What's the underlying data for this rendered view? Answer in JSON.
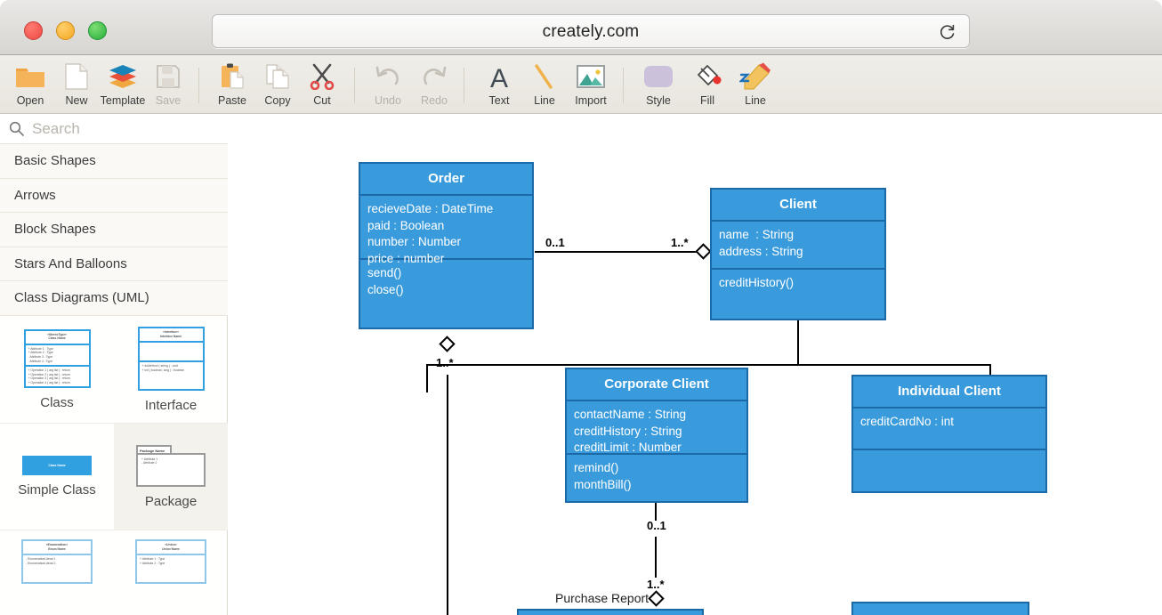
{
  "browser": {
    "url": "creately.com",
    "reload_icon": "reload-icon",
    "traffic_lights": [
      "close",
      "minimize",
      "zoom"
    ]
  },
  "toolbar": {
    "items": [
      {
        "label": "Open",
        "icon": "folder-icon",
        "disabled": false
      },
      {
        "label": "New",
        "icon": "page-icon",
        "disabled": false
      },
      {
        "label": "Template",
        "icon": "layers-icon",
        "disabled": false
      },
      {
        "label": "Save",
        "icon": "floppy-icon",
        "disabled": true
      },
      {
        "label": "Paste",
        "icon": "clipboard-icon",
        "disabled": false
      },
      {
        "label": "Copy",
        "icon": "copy-icon",
        "disabled": false
      },
      {
        "label": "Cut",
        "icon": "scissors-icon",
        "disabled": false
      },
      {
        "label": "Undo",
        "icon": "undo-icon",
        "disabled": true
      },
      {
        "label": "Redo",
        "icon": "redo-icon",
        "disabled": true
      },
      {
        "label": "Text",
        "icon": "text-a-icon",
        "disabled": false
      },
      {
        "label": "Line",
        "icon": "diagonal-line-icon",
        "disabled": false
      },
      {
        "label": "Import",
        "icon": "image-icon",
        "disabled": false
      },
      {
        "label": "Style",
        "icon": "rounded-rect-icon",
        "disabled": false
      },
      {
        "label": "Fill",
        "icon": "paint-bucket-icon",
        "disabled": false
      },
      {
        "label": "Line",
        "icon": "pencil-icon",
        "disabled": false
      }
    ]
  },
  "sidebar": {
    "search": {
      "value": "",
      "placeholder": "Search"
    },
    "categories": [
      "Basic Shapes",
      "Arrows",
      "Block Shapes",
      "Stars And Balloons",
      "Class Diagrams (UML)"
    ],
    "shapes": [
      {
        "caption": "Class",
        "stereotype": "«StereoType»",
        "name": "Class Name",
        "attributes": [
          "+ Attribute 1 : Type",
          "+ Attribute 2 : Type",
          "- Attribute 3 : Type",
          "- Attribute 4 : Type"
        ],
        "operations": [
          "+ Operation 1 ( arg list ) : return",
          "+ Operation 2 ( arg list ) : return",
          "+ Operation 3 ( arg list ) : return",
          "+ Operation 4 ( arg list ) : return"
        ]
      },
      {
        "caption": "Interface",
        "stereotype": "«Interface»",
        "name": "Interface Name",
        "attributes": [],
        "operations": [
          "+ doMethod ( string ) : void",
          "+ init ( boolean, long ) : boolean"
        ]
      },
      {
        "caption": "Simple Class",
        "stereotype": "",
        "name": "Class Name",
        "attributes": [],
        "operations": []
      },
      {
        "caption": "Package",
        "stereotype": "",
        "name": "Package Name",
        "attributes": [
          "+ Attribute 1",
          "- Attribute 2"
        ],
        "operations": []
      },
      {
        "caption": "",
        "stereotype": "«Enumeration»",
        "name": "Enum Name",
        "attributes": [
          "- EnumerationLiteral 1",
          "- EnumerationLiteral 2"
        ],
        "operations": []
      },
      {
        "caption": "",
        "stereotype": "«Union»",
        "name": "Union Name",
        "attributes": [
          "+ Attribute 1 : Type",
          "+ Attribute 2 : Type"
        ],
        "operations": []
      }
    ]
  },
  "diagram": {
    "accent": "#3a9bdc",
    "border": "#1b69a6",
    "classes": {
      "order": {
        "title": "Order",
        "attributes": [
          "recieveDate : DateTime",
          "paid : Boolean",
          "number : Number",
          "price : number"
        ],
        "operations": [
          "send()",
          "close()"
        ]
      },
      "client": {
        "title": "Client",
        "attributes": [
          "name  : String",
          "address : String"
        ],
        "operations": [
          "creditHistory()"
        ]
      },
      "corporate_client": {
        "title": "Corporate Client",
        "attributes": [
          "contactName : String",
          "creditHistory : String",
          "creditLimit : Number"
        ],
        "operations": [
          "remind()",
          "monthBill()"
        ]
      },
      "individual_client": {
        "title": "Individual Client",
        "attributes": [
          "creditCardNo : int"
        ],
        "operations": []
      }
    },
    "multiplicities": {
      "order_right": "0..1",
      "client_left": "1..*",
      "order_bottom": "1..*",
      "corporate_bottom": "0..1",
      "purchase_top": "1..*"
    },
    "labels": {
      "purchase_report": "Purchase Report"
    }
  }
}
